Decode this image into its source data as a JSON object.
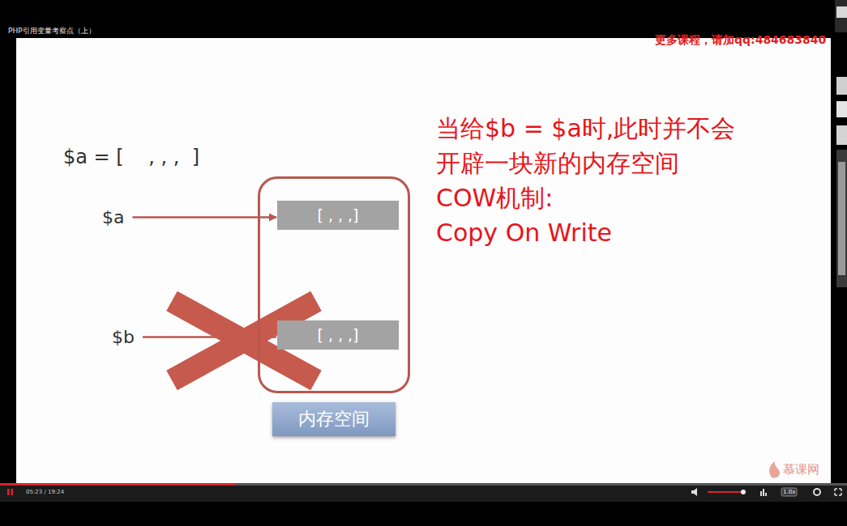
{
  "diagram": {
    "title": "PHP引用变量考察点（上）",
    "nodes": [
      {
        "text": [
          "内存空间"
        ]
      },
      {
        "text": [
          "[ , , ,]"
        ],
        "in": 0
      },
      {
        "text": [
          "[ , , ,]"
        ],
        "in": 0
      },
      {
        "text": [
          "$a"
        ]
      },
      {
        "text": [
          "$b"
        ]
      }
    ],
    "edges": [
      {
        "from": 3,
        "to": 1,
        "arrow": "to"
      },
      {
        "from": 4,
        "to": 2,
        "arrow": "none"
      }
    ],
    "labels": [
      "更多课程，请加qq:484683840",
      "$a = [    , , ,  ]",
      "当给$b = $a时,此时并不会",
      "开辟一块新的内存空间",
      "COW机制:",
      "Copy On Write",
      "慕课网",
      "05:23 / 19:24",
      "1.0x"
    ]
  }
}
